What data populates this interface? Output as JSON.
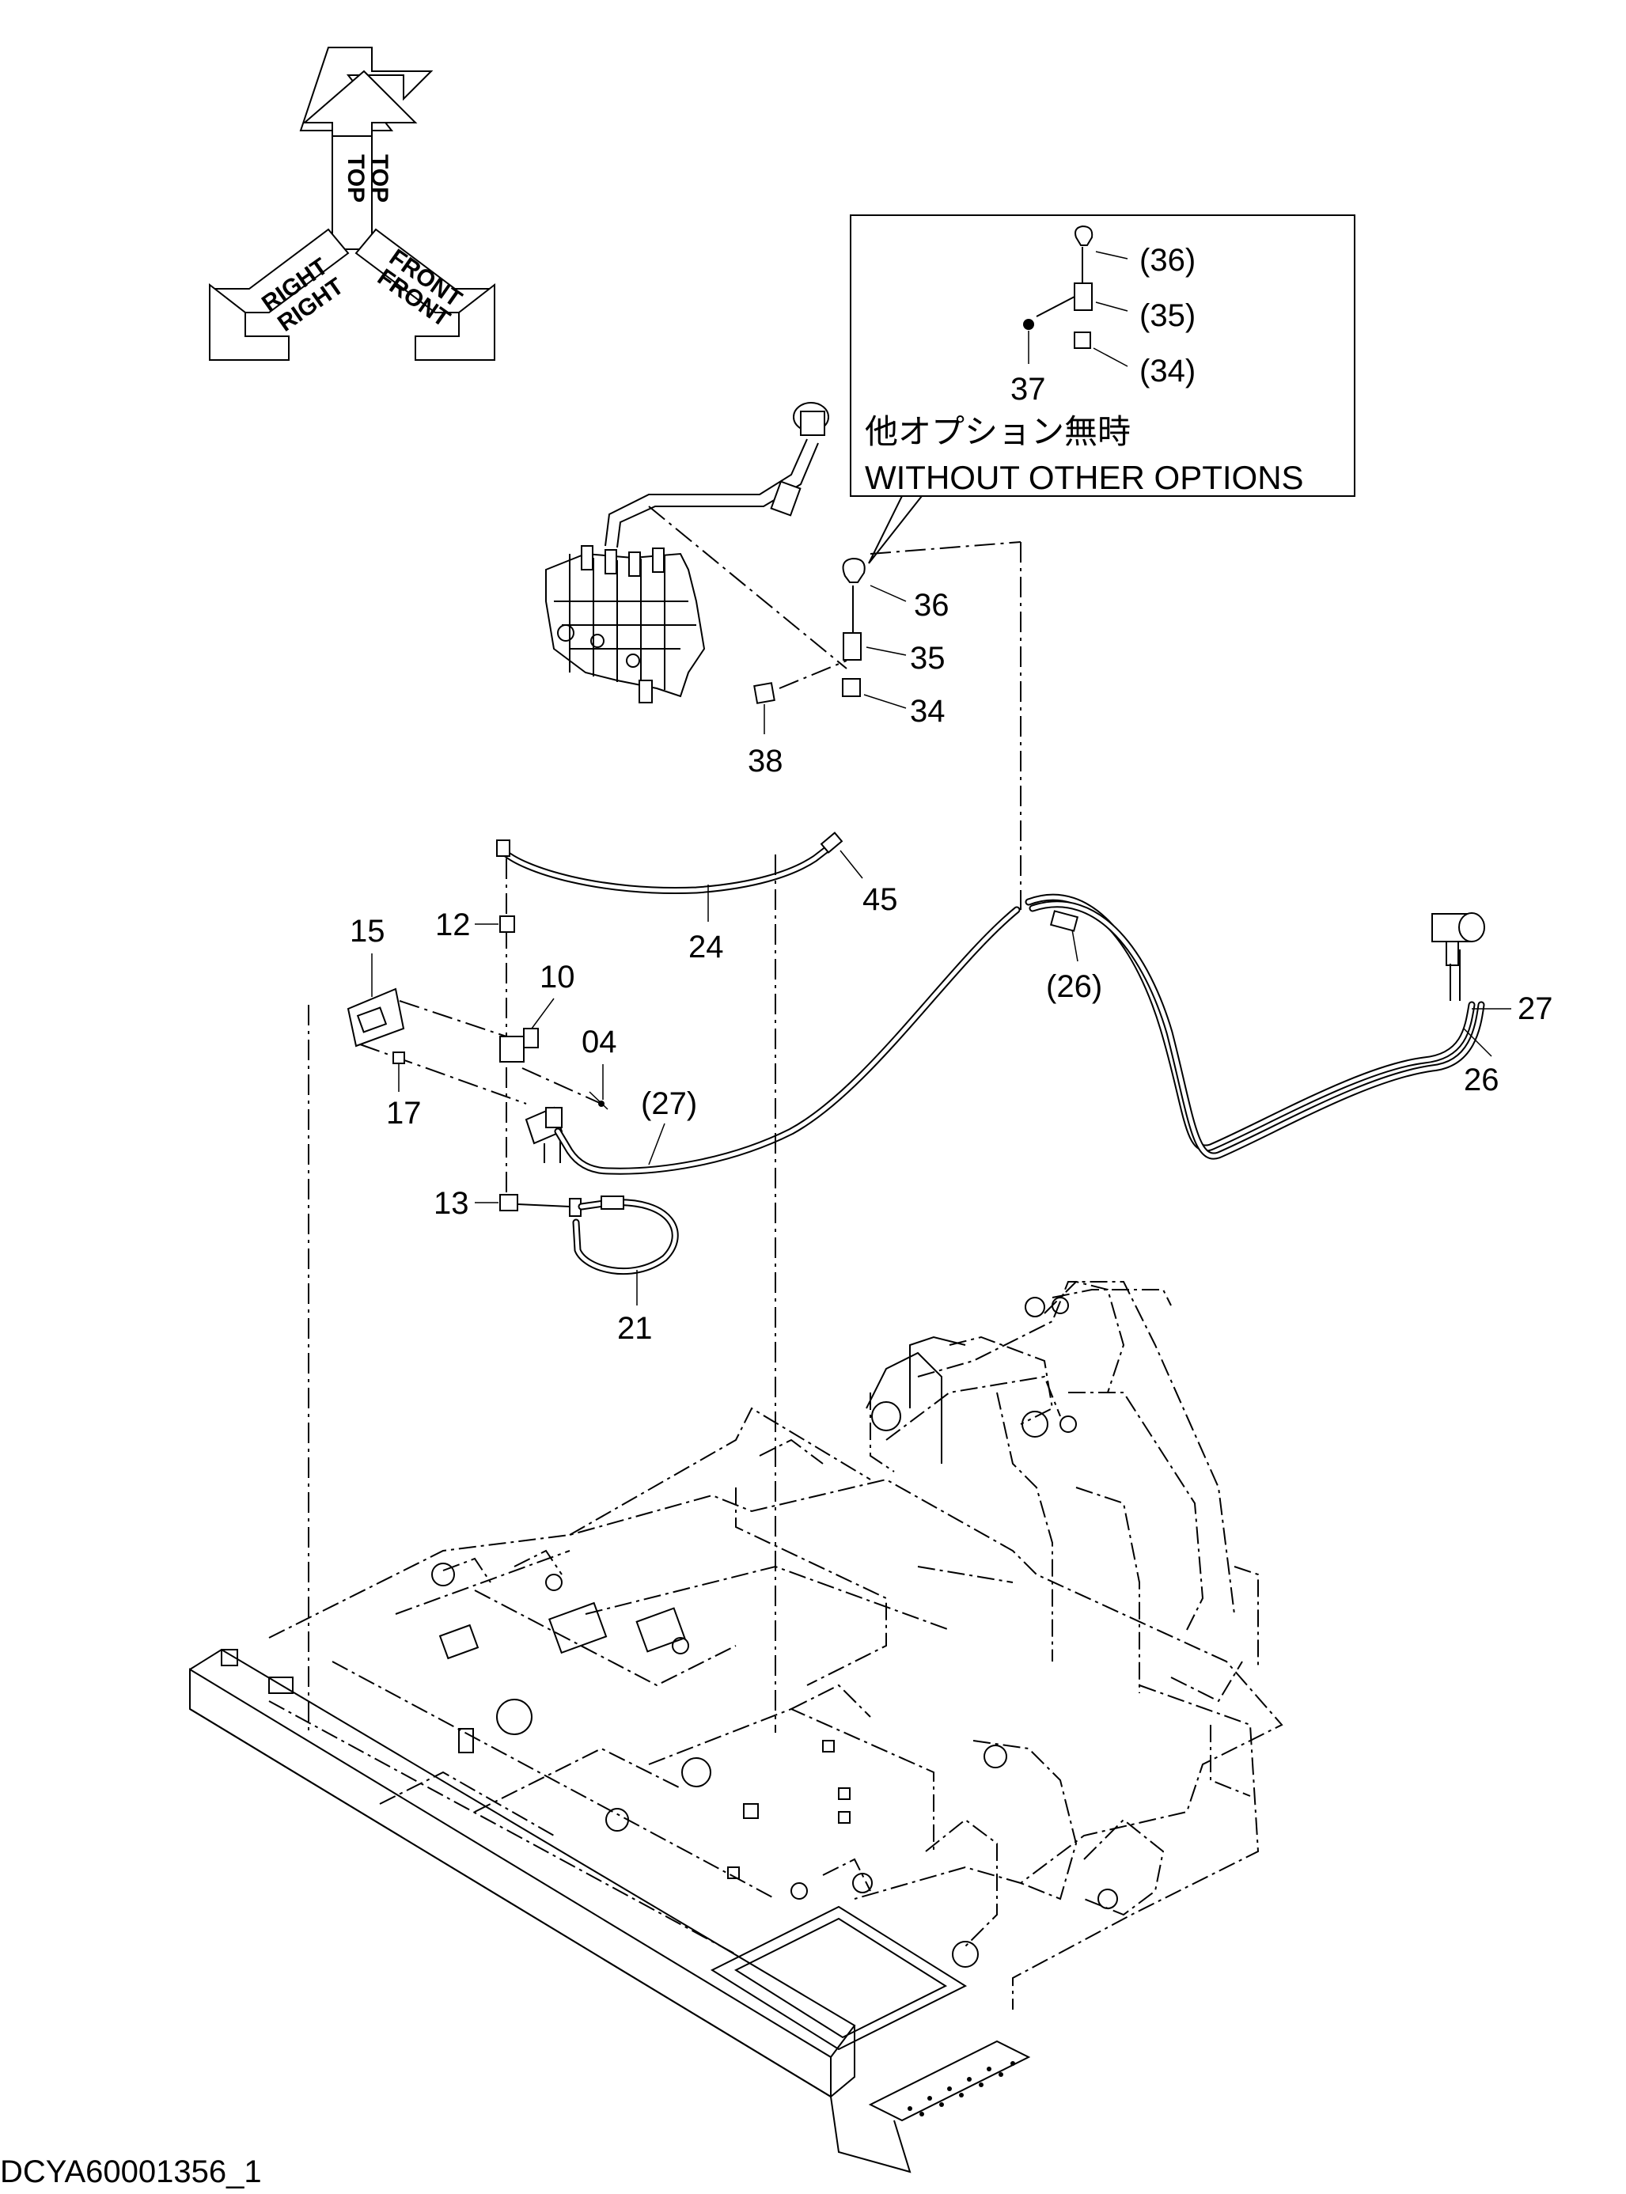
{
  "orientation": {
    "top_label": "TOP",
    "right_label": "RIGHT",
    "front_label": "FRONT"
  },
  "inset": {
    "note_jp": "他オプション無時",
    "note_en": "WITHOUT OTHER OPTIONS",
    "callouts": [
      "(36)",
      "(35)",
      "(34)",
      "37"
    ]
  },
  "callouts": {
    "c36": "36",
    "c35": "35",
    "c34": "34",
    "c38": "38",
    "c45": "45",
    "c24": "24",
    "c12": "12",
    "c15": "15",
    "c10": "10",
    "c04": "04",
    "c17": "17",
    "c27p": "(27)",
    "c13": "13",
    "c21": "21",
    "c26p": "(26)",
    "c27": "27",
    "c26": "26"
  },
  "document_id": "DCYA60001356_1"
}
